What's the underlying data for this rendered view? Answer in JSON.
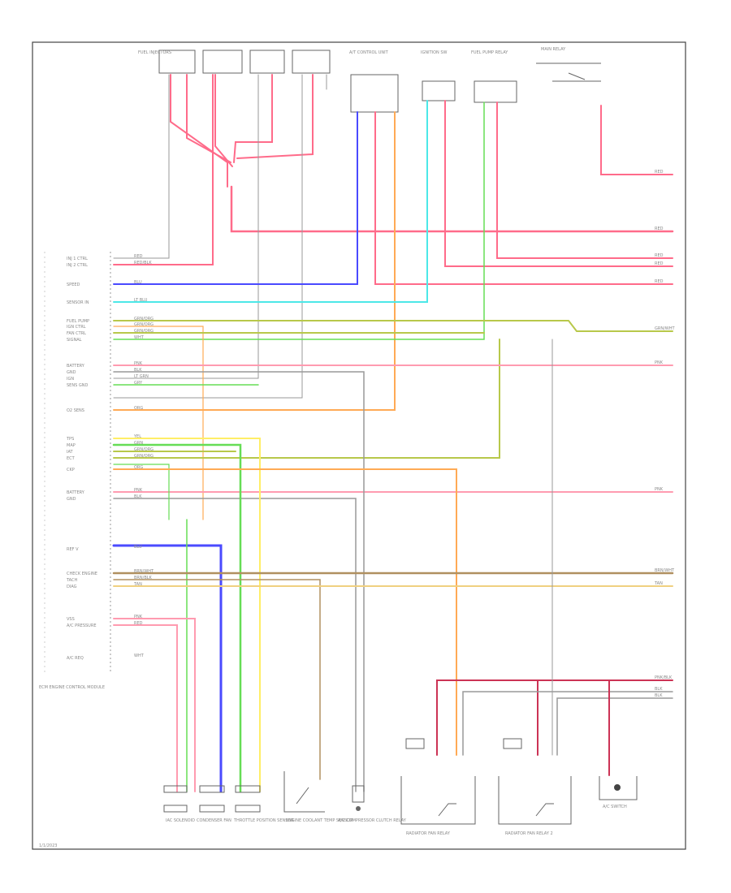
{
  "diagram": {
    "footer_code": "1/1/2023",
    "ecm_block_label": "ECM\nENGINE CONTROL\nMODULE"
  },
  "top_components": [
    {
      "id": "c1",
      "label": "FUEL INJECTORS"
    },
    {
      "id": "c2",
      "label": ""
    },
    {
      "id": "c3",
      "label": ""
    },
    {
      "id": "c4",
      "label": ""
    },
    {
      "id": "c5",
      "label": "A/T CONTROL UNIT"
    },
    {
      "id": "c6",
      "label": "IGNITION SW"
    },
    {
      "id": "c7",
      "label": "FUEL PUMP RELAY"
    },
    {
      "id": "c8",
      "label": "MAIN RELAY"
    }
  ],
  "ecm_pins": [
    {
      "label": "INJ 1 CTRL",
      "wire": "RED"
    },
    {
      "label": "INJ 2 CTRL",
      "wire": "RED/BLK"
    },
    {
      "label": "SPEED",
      "wire": "BLU"
    },
    {
      "label": "SENSOR IN",
      "wire": "LT BLU"
    },
    {
      "label": "FUEL PUMP",
      "wire": "GRN/ORG"
    },
    {
      "label": "IGN CTRL",
      "wire": "GRN/ORG"
    },
    {
      "label": "FAN CTRL",
      "wire": "GRN/ORG"
    },
    {
      "label": "SIGNAL",
      "wire": "WHT"
    },
    {
      "label": "BATTERY",
      "wire": "PNK"
    },
    {
      "label": "GND",
      "wire": "BLK"
    },
    {
      "label": "IGN",
      "wire": "LT GRN"
    },
    {
      "label": "SENS GND",
      "wire": "GRY"
    },
    {
      "label": "O2 SENS",
      "wire": "ORG"
    },
    {
      "label": "TPS",
      "wire": "YEL"
    },
    {
      "label": "MAP",
      "wire": "GRN"
    },
    {
      "label": "IAT",
      "wire": "GRN/ORG"
    },
    {
      "label": "ECT",
      "wire": "GRN/ORG"
    },
    {
      "label": "CKP",
      "wire": "ORG"
    },
    {
      "label": "BATTERY",
      "wire": "PNK"
    },
    {
      "label": "GND",
      "wire": "BLK"
    },
    {
      "label": "REF V",
      "wire": "BLU"
    },
    {
      "label": "CHECK ENGINE",
      "wire": "BRN/WHT"
    },
    {
      "label": "TACH",
      "wire": "BRN/BLK"
    },
    {
      "label": "DIAG",
      "wire": "TAN"
    },
    {
      "label": "VSS",
      "wire": "PNK"
    },
    {
      "label": "A/C PRESSURE",
      "wire": "RED"
    },
    {
      "label": "A/C REQ",
      "wire": "WHT"
    }
  ],
  "right_terminals": [
    {
      "label": "RED"
    },
    {
      "label": "RED"
    },
    {
      "label": "RED"
    },
    {
      "label": "RED"
    },
    {
      "label": "RED"
    },
    {
      "label": "GRN/WHT"
    },
    {
      "label": "PNK"
    },
    {
      "label": "PNK"
    },
    {
      "label": "BRN/WHT"
    },
    {
      "label": "TAN"
    },
    {
      "label": "PNK/BLK"
    },
    {
      "label": "BLK"
    },
    {
      "label": "BLK"
    }
  ],
  "bottom_components": [
    {
      "label": "IAC\nSOLENOID"
    },
    {
      "label": "CONDENSER\nFAN"
    },
    {
      "label": "THROTTLE\nPOSITION\nSENSOR"
    },
    {
      "label": "ENGINE\nCOOLANT\nTEMP SENSOR"
    },
    {
      "label": "A/C\nCOMPRESSOR\nCLUTCH RELAY"
    },
    {
      "label": "RADIATOR FAN\nRELAY"
    },
    {
      "label": "RADIATOR FAN\nRELAY 2"
    },
    {
      "label": "A/C SWITCH"
    }
  ],
  "colors": {
    "red": "#ff6b8a",
    "pink": "#ff9bb0",
    "blue": "#4a4aff",
    "cyan": "#4ce8e8",
    "green": "#66dd55",
    "olive": "#b8c84a",
    "orange": "#ffaa55",
    "yellow": "#ffee66",
    "brown": "#b09060",
    "gray": "#999999",
    "black": "#333333",
    "tan": "#f0d080",
    "darkred": "#cc3355"
  }
}
